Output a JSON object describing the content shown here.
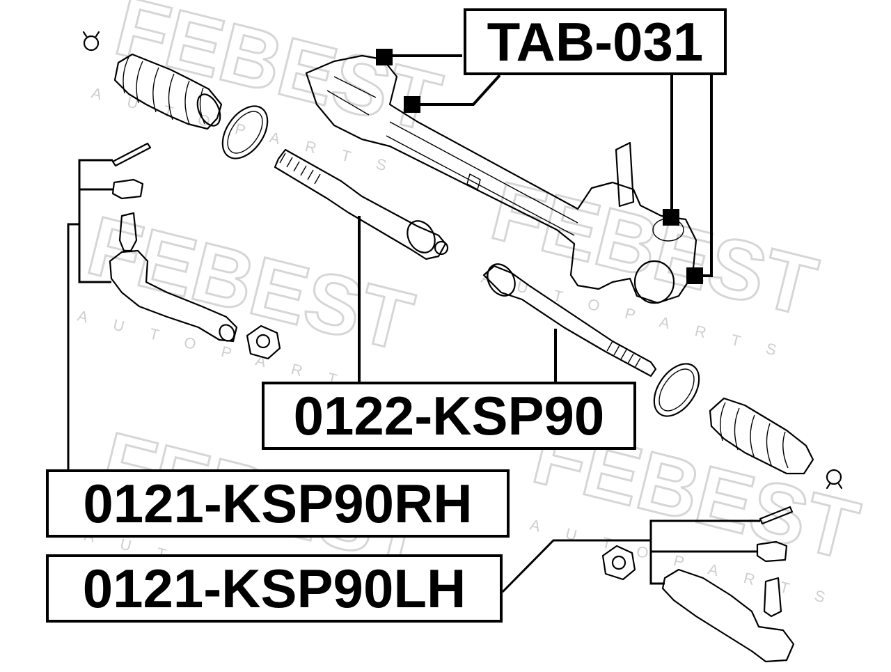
{
  "watermark": {
    "brand": "FEBEST",
    "sub": "AUTOPARTS"
  },
  "labels": {
    "bushing": "TAB-031",
    "inner_tie_rod": "0122-KSP90",
    "tie_rod_end_rh": "0121-KSP90RH",
    "tie_rod_end_lh": "0121-KSP90LH"
  }
}
